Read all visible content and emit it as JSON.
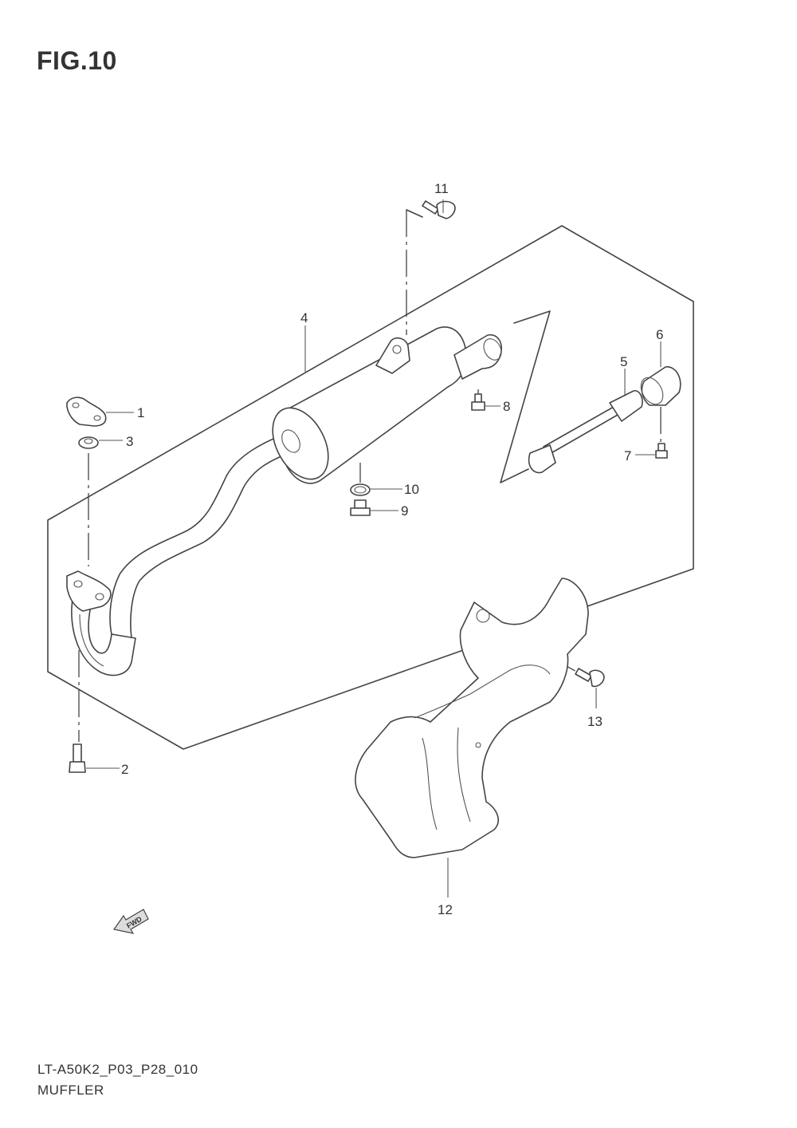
{
  "figure": {
    "title": "FIG.10",
    "code": "LT-A50K2_P03_P28_010",
    "name": "MUFFLER",
    "fwd_label": "FWD"
  },
  "callouts": {
    "c1": "1",
    "c2": "2",
    "c3": "3",
    "c4": "4",
    "c5": "5",
    "c6": "6",
    "c7": "7",
    "c8": "8",
    "c9": "9",
    "c10": "10",
    "c11": "11",
    "c12": "12",
    "c13": "13"
  },
  "parts": [
    {
      "ref": "1",
      "name": "gasket-icon"
    },
    {
      "ref": "2",
      "name": "bolt-icon"
    },
    {
      "ref": "3",
      "name": "washer-icon"
    },
    {
      "ref": "4",
      "name": "muffler-icon"
    },
    {
      "ref": "5",
      "name": "spark-arrester-icon"
    },
    {
      "ref": "6",
      "name": "muffler-cap-icon"
    },
    {
      "ref": "7",
      "name": "screw-icon"
    },
    {
      "ref": "8",
      "name": "screw-icon"
    },
    {
      "ref": "9",
      "name": "drain-plug-icon"
    },
    {
      "ref": "10",
      "name": "gasket-ring-icon"
    },
    {
      "ref": "11",
      "name": "bolt-icon"
    },
    {
      "ref": "12",
      "name": "heat-cover-icon"
    },
    {
      "ref": "13",
      "name": "bolt-icon"
    }
  ]
}
